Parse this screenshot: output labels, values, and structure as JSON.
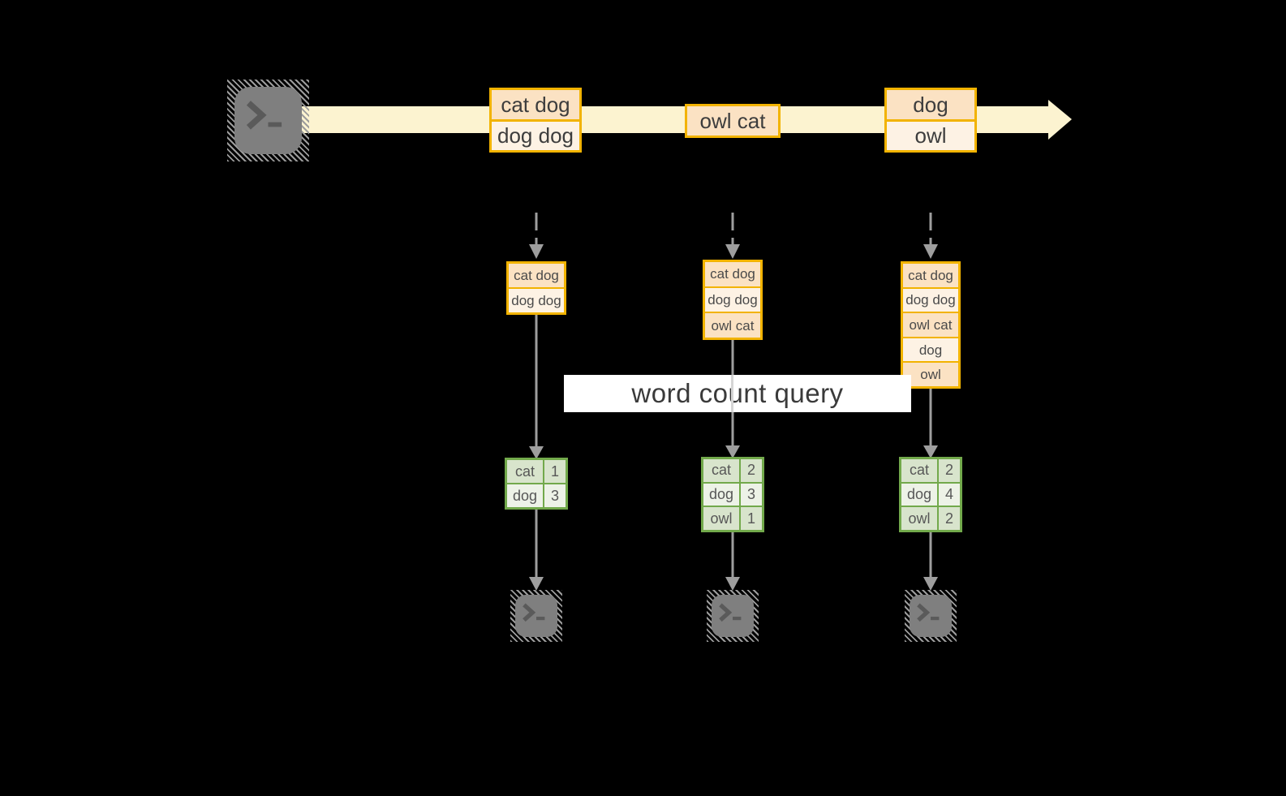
{
  "query_banner": {
    "label": "word count query"
  },
  "stream": {
    "groups": [
      {
        "cells": [
          "cat dog",
          "dog dog"
        ]
      },
      {
        "cells": [
          "owl cat"
        ]
      },
      {
        "cells": [
          "dog",
          "owl"
        ]
      }
    ]
  },
  "columns": [
    {
      "state": [
        "cat dog",
        "dog dog"
      ],
      "counts": [
        {
          "word": "cat",
          "n": "1"
        },
        {
          "word": "dog",
          "n": "3"
        }
      ]
    },
    {
      "state": [
        "cat dog",
        "dog dog",
        "owl cat"
      ],
      "counts": [
        {
          "word": "cat",
          "n": "2"
        },
        {
          "word": "dog",
          "n": "3"
        },
        {
          "word": "owl",
          "n": "1"
        }
      ]
    },
    {
      "state": [
        "cat dog",
        "dog dog",
        "owl cat",
        "dog",
        "owl"
      ],
      "counts": [
        {
          "word": "cat",
          "n": "2"
        },
        {
          "word": "dog",
          "n": "4"
        },
        {
          "word": "owl",
          "n": "2"
        }
      ]
    }
  ],
  "icons": {
    "source": "terminal-icon",
    "sinks": [
      "terminal-icon",
      "terminal-icon",
      "terminal-icon"
    ]
  },
  "colors": {
    "gold": "#f2b300",
    "peach-dark": "#fbe2c3",
    "peach-light": "#fdf2e4",
    "band": "#fcf3d0",
    "green": "#72a94b",
    "green-dark": "#d8e4cc",
    "green-light": "#edf2e7",
    "arrow": "#9e9e9e",
    "icon-gray": "#7f7f7f",
    "glyph": "#5a5a5a",
    "ink": "#3d3d3d",
    "table-ink": "#575757"
  }
}
